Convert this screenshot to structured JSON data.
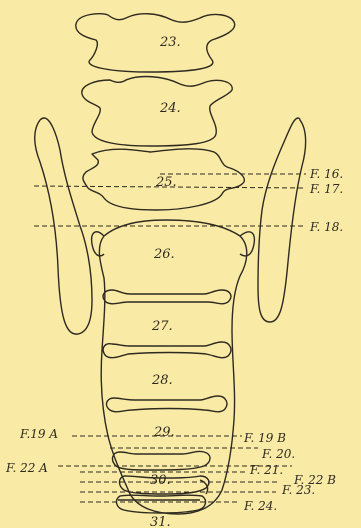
{
  "vertebrae": [
    {
      "id": "v23",
      "label": "23."
    },
    {
      "id": "v24",
      "label": "24."
    },
    {
      "id": "v25",
      "label": "25."
    },
    {
      "id": "v26",
      "label": "26."
    },
    {
      "id": "v27",
      "label": "27."
    },
    {
      "id": "v28",
      "label": "28."
    },
    {
      "id": "v29",
      "label": "29."
    },
    {
      "id": "v30",
      "label": "30."
    },
    {
      "id": "v31",
      "label": "31."
    }
  ],
  "section_labels": {
    "f16": "F. 16.",
    "f17": "F. 17.",
    "f18": "F. 18.",
    "f19a": "F.19 A",
    "f19b": "F. 19 B",
    "f20": "F. 20.",
    "f21": "F. 21.",
    "f22a": "F. 22 A",
    "f22b": "F. 22 B",
    "f23": "F. 23.",
    "f24": "F. 24."
  },
  "colors": {
    "background": "#f9eaa6",
    "ink": "#2e2a20"
  }
}
